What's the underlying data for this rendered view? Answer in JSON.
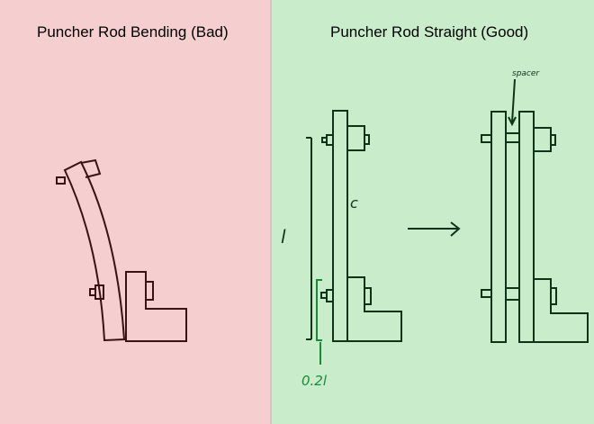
{
  "panels": {
    "bad": {
      "title": "Puncher Rod Bending (Bad)",
      "color": "#f5cfd0"
    },
    "good": {
      "title": "Puncher Rod Straight (Good)",
      "color": "#c9ecca"
    }
  },
  "labels": {
    "length": "l",
    "clearance": "c",
    "fraction": "0.2l",
    "spacer": "spacer"
  }
}
